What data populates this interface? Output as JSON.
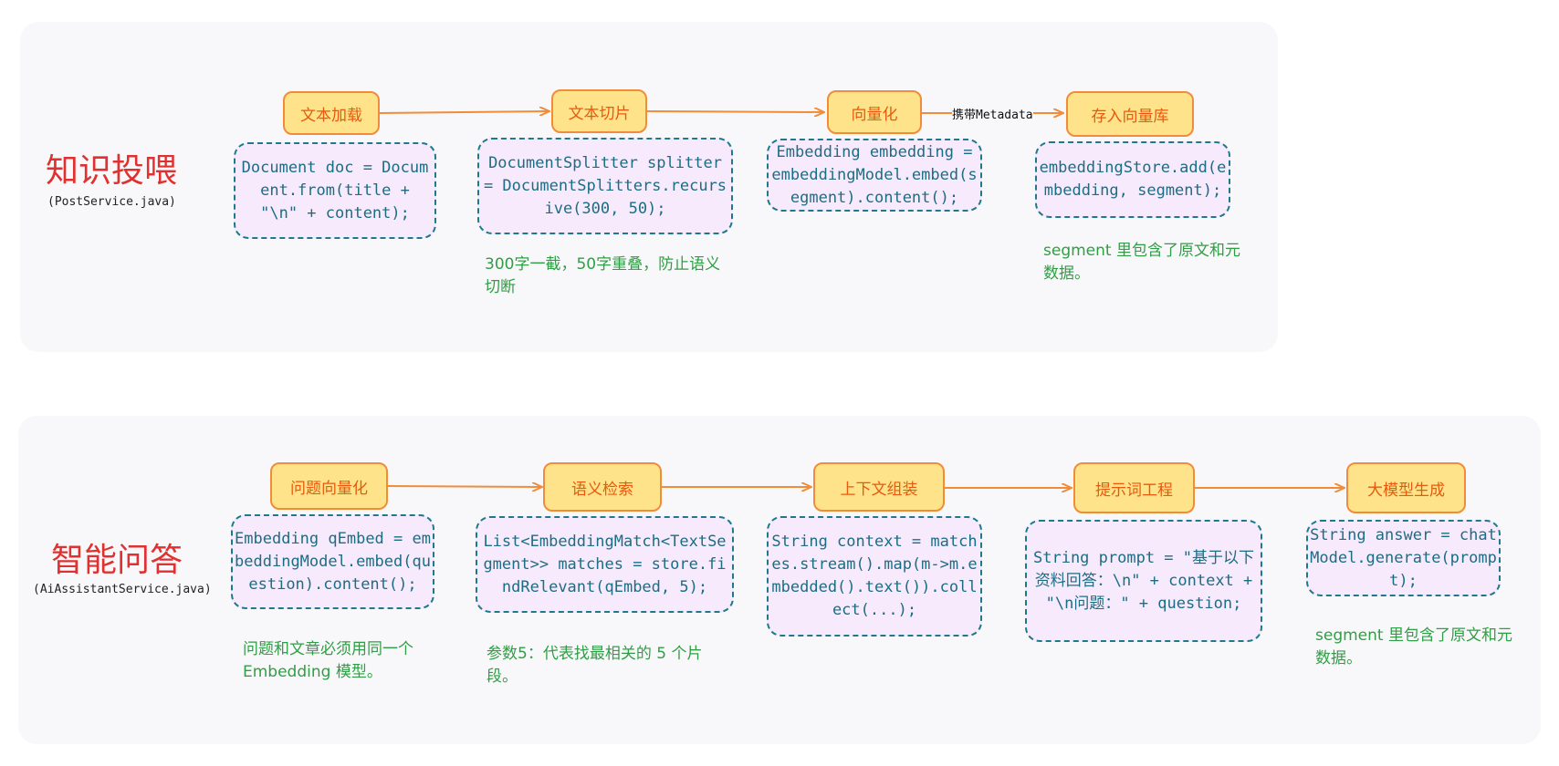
{
  "sections": [
    {
      "title": "知识投喂",
      "file": "(PostService.java)",
      "steps": [
        {
          "label": "文本加载",
          "code": "Document doc = Document.from(title + \"\\n\" + content);",
          "note": ""
        },
        {
          "label": "文本切片",
          "code": "DocumentSplitter splitter = DocumentSplitters.recursive(300, 50);",
          "note": "300字一截，50字重叠，防止语义切断"
        },
        {
          "label": "向量化",
          "code": "Embedding embedding = embeddingModel.embed(segment).content();",
          "note": ""
        },
        {
          "label": "存入向量库",
          "code": "embeddingStore.add(embedding, segment);",
          "note": "segment 里包含了原文和元数据。"
        }
      ],
      "arrow_labels": [
        "",
        "",
        "携带Metadata"
      ]
    },
    {
      "title": "智能问答",
      "file": "(AiAssistantService.java)",
      "steps": [
        {
          "label": "问题向量化",
          "code": "Embedding qEmbed = embeddingModel.embed(question).content();",
          "note": "问题和文章必须用同一个 Embedding 模型。"
        },
        {
          "label": "语义检索",
          "code": "List<EmbeddingMatch<TextSegment>> matches = store.findRelevant(qEmbed, 5);",
          "note": "参数5：代表找最相关的 5 个片段。"
        },
        {
          "label": "上下文组装",
          "code": "String context = matches.stream().map(m->m.embedded().text()).collect(...);",
          "note": ""
        },
        {
          "label": "提示词工程",
          "code": "String prompt = \"基于以下资料回答：\\n\" + context + \"\\n问题：\" + question;",
          "note": ""
        },
        {
          "label": "大模型生成",
          "code": "String answer = chatModel.generate(prompt);",
          "note": "segment 里包含了原文和元数据。"
        }
      ]
    }
  ],
  "colors": {
    "title": "#e03131",
    "step_fill": "#ffe38a",
    "step_border": "#f08c3a",
    "step_text": "#e8590c",
    "code_fill": "#f6eafc",
    "code_border": "#1c7a8c",
    "code_text": "#1c6d84",
    "note_text": "#2f9e44",
    "arrow": "#f08c3a"
  }
}
